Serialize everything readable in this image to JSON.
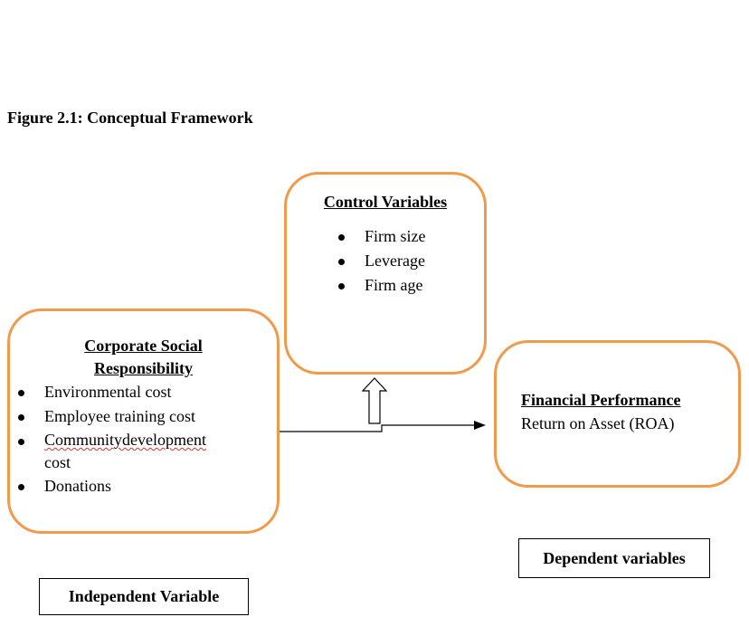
{
  "figure_title": "Figure 2.1: Conceptual Framework",
  "control": {
    "heading": "Control Variables",
    "items": [
      "Firm size",
      "Leverage",
      "Firm age"
    ]
  },
  "csr": {
    "heading_line1": "Corporate Social",
    "heading_line2": "Responsibility",
    "items": [
      "Environmental cost",
      "Employee training cost",
      "Communitydevelopment",
      "Donations"
    ],
    "item3_continuation": "cost"
  },
  "financial": {
    "heading": "Financial Performance",
    "measure": "Return on Asset (ROA)"
  },
  "labels": {
    "dependent": "Dependent variables",
    "independent": "Independent Variable"
  },
  "colors": {
    "box_border": "#f29a4b",
    "spellcheck_underline": "#d43030"
  }
}
